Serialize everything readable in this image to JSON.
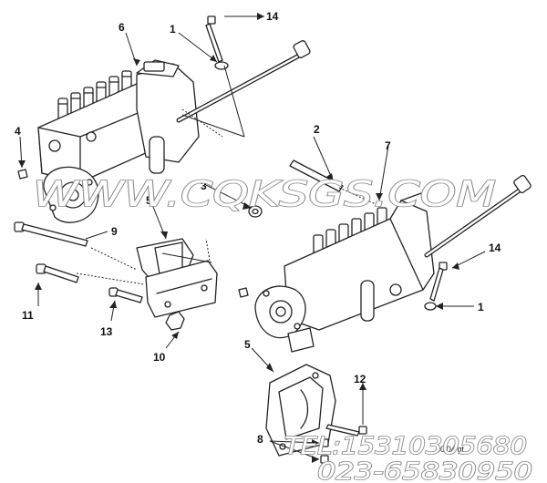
{
  "diagram": {
    "callouts": {
      "c1a": "1",
      "c1b": "1",
      "c2": "2",
      "c3": "3",
      "c4": "4",
      "c5a": "5",
      "c5b": "5",
      "c6": "6",
      "c7": "7",
      "c8": "8",
      "c9": "9",
      "c10": "10",
      "c11": "11",
      "c12": "12",
      "c13": "13",
      "c14a": "14",
      "c14b": "14"
    },
    "stamp_text": "30'04'gt",
    "line_color": "#222222",
    "fill_color": "#ffffff"
  },
  "watermark": {
    "site": "WWW.CQKSGS.COM",
    "tel": "TEL:15310305680",
    "phone": "023-65830950",
    "color": "#ffffff",
    "outline": "#888888"
  }
}
